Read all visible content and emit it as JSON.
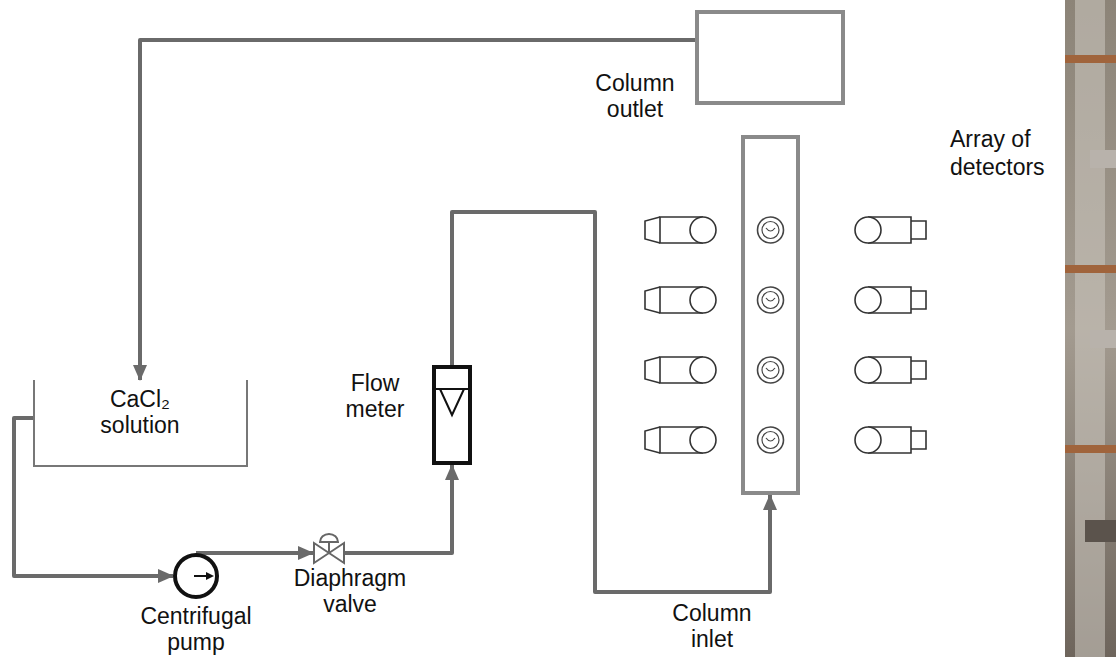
{
  "diagram": {
    "nodes": [
      {
        "text": [
          "CaCl₂ solution"
        ]
      },
      {
        "text": [
          "Centrifugal pump"
        ]
      },
      {
        "text": [
          "Diaphragm valve"
        ]
      },
      {
        "text": [
          "Flow meter"
        ]
      },
      {
        "text": [
          "Column outlet"
        ]
      },
      {
        "text": [
          "Column inlet"
        ]
      }
    ],
    "edges": [
      {
        "from": 0,
        "to": 1,
        "arrow": "to"
      },
      {
        "from": 1,
        "to": 2,
        "arrow": "to"
      },
      {
        "from": 2,
        "to": 3,
        "arrow": "to"
      },
      {
        "from": 3,
        "to": 5,
        "arrow": "to"
      },
      {
        "from": 4,
        "to": 0,
        "arrow": "to"
      }
    ],
    "labels": [
      "Array of detectors"
    ]
  }
}
